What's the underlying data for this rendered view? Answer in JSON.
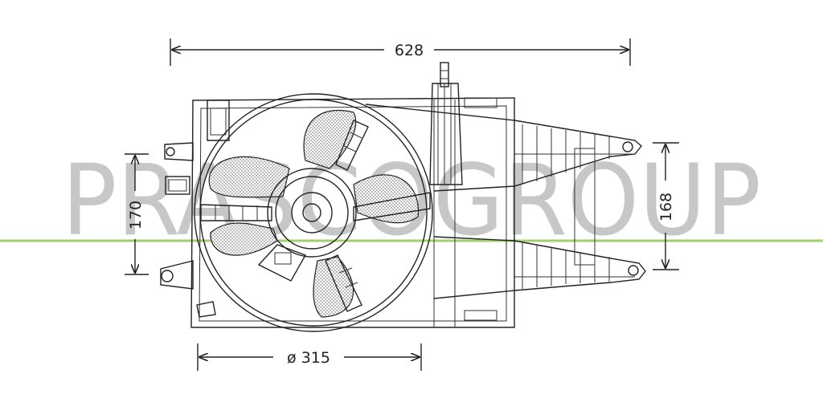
{
  "watermark": {
    "text": "PRASCOGROUP"
  },
  "dimensions": {
    "width": "628",
    "height_left": "170",
    "height_right": "168",
    "diameter": "ø 315"
  },
  "colors": {
    "line": "#222222",
    "watermark": "#9a9a9a",
    "divider": "#8bc34a",
    "hatch": "#555555"
  }
}
